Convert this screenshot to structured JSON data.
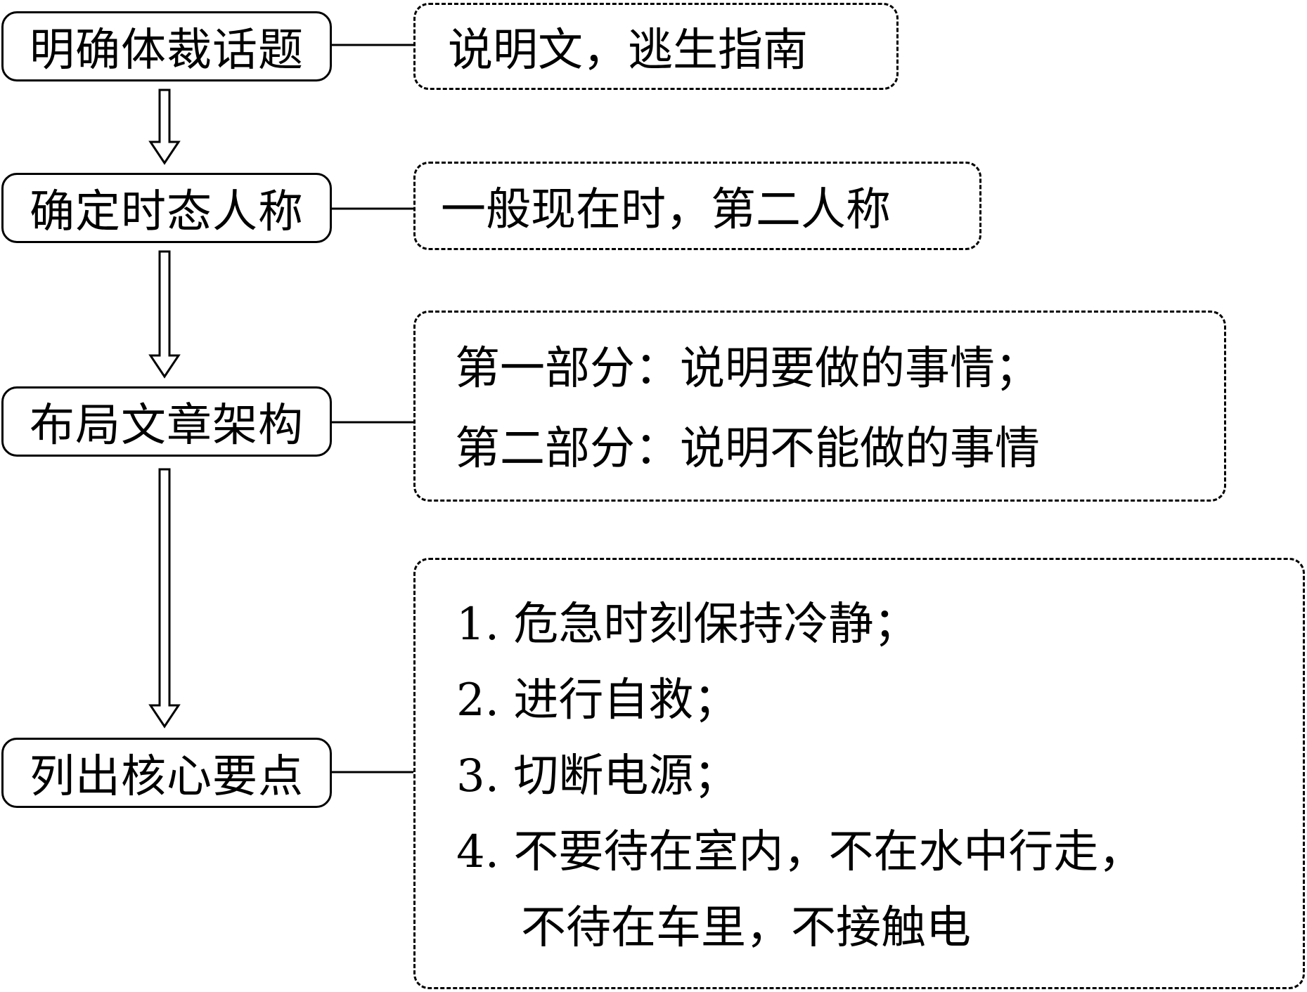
{
  "steps": [
    {
      "label": "明确体裁话题",
      "detail_lines": [
        "说明文，逃生指南"
      ]
    },
    {
      "label": "确定时态人称",
      "detail_lines": [
        "一般现在时，第二人称"
      ]
    },
    {
      "label": "布局文章架构",
      "detail_lines": [
        "第一部分：说明要做的事情；",
        "第二部分：说明不能做的事情"
      ]
    },
    {
      "label": "列出核心要点",
      "detail_lines": [
        "1. 危急时刻保持冷静；",
        "2. 进行自救；",
        "3. 切断电源；",
        "4. 不要待在室内，不在水中行走，",
        "不待在车里，不接触电"
      ]
    }
  ]
}
